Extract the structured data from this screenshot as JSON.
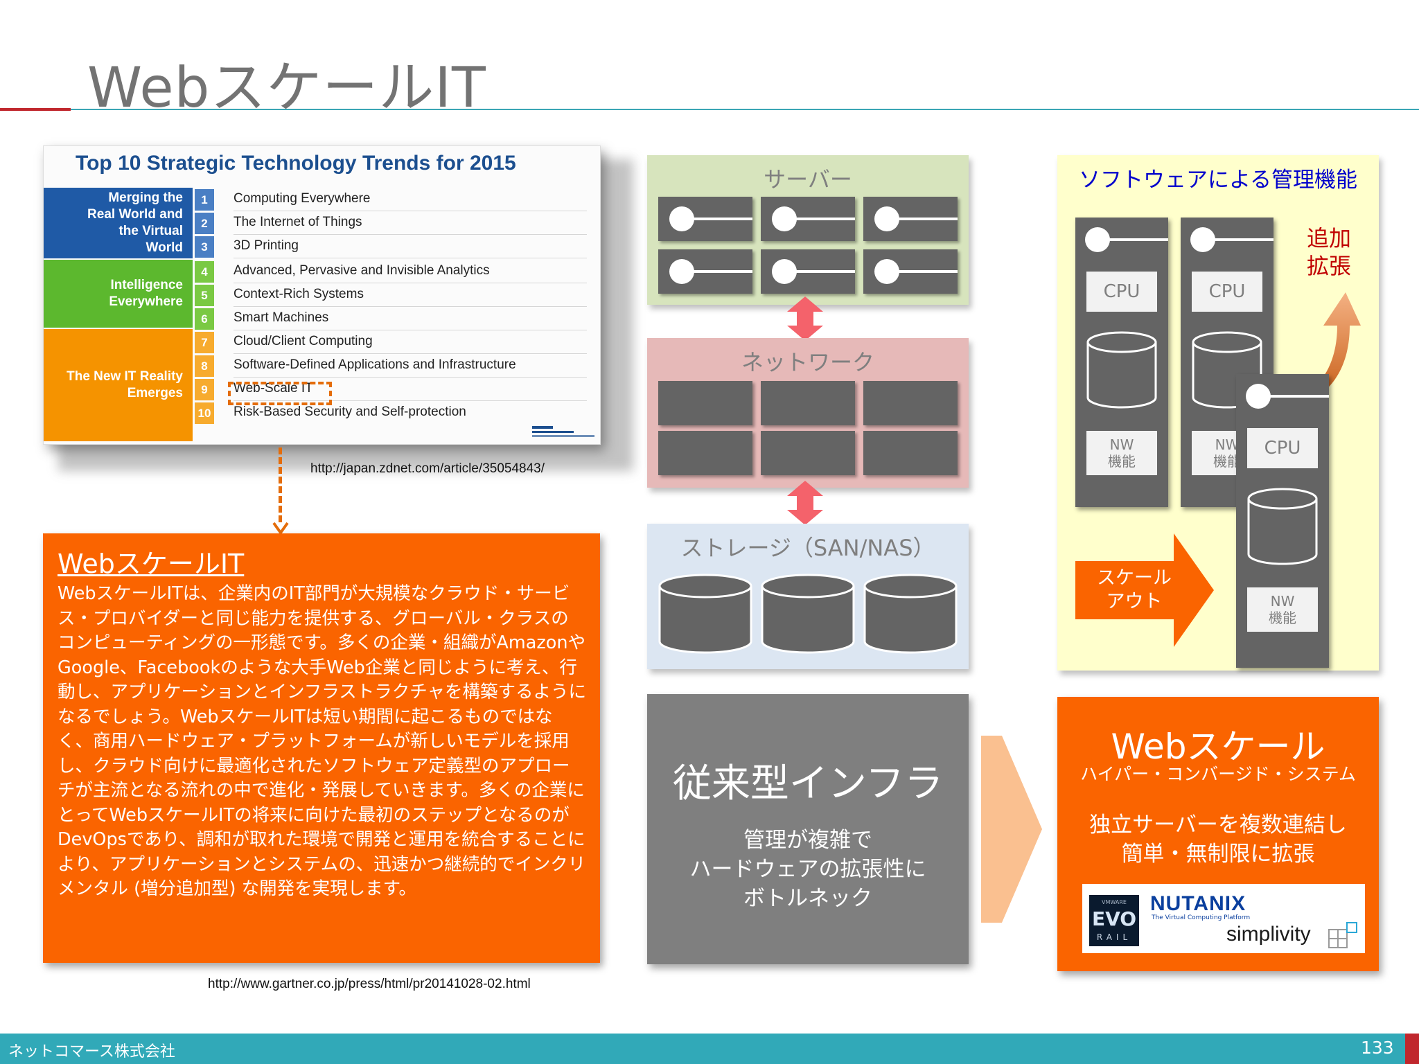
{
  "title": "WebスケールIT",
  "trends_table": {
    "heading": "Top 10 Strategic Technology Trends for 2015",
    "groups": [
      {
        "label": "Merging the Real World and the Virtual World",
        "color": "#1f5aa6"
      },
      {
        "label": "Intelligence Everywhere",
        "color": "#5cb82e"
      },
      {
        "label": "The New IT Reality Emerges",
        "color": "#f59300"
      }
    ],
    "items": [
      {
        "num": "1",
        "label": "Computing Everywhere"
      },
      {
        "num": "2",
        "label": "The Internet of Things"
      },
      {
        "num": "3",
        "label": "3D Printing"
      },
      {
        "num": "4",
        "label": "Advanced, Pervasive and Invisible Analytics"
      },
      {
        "num": "5",
        "label": "Context-Rich Systems"
      },
      {
        "num": "6",
        "label": "Smart Machines"
      },
      {
        "num": "7",
        "label": "Cloud/Client Computing"
      },
      {
        "num": "8",
        "label": "Software-Defined Applications and Infrastructure"
      },
      {
        "num": "9",
        "label": "Web-Scale IT"
      },
      {
        "num": "10",
        "label": "Risk-Based Security and Self-protection"
      }
    ],
    "highlighted_item": "Web-Scale IT",
    "source_url": "http://japan.zdnet.com/article/35054843/"
  },
  "description": {
    "title": "WebスケールIT",
    "text": "WebスケールITは、企業内のIT部門が大規模なクラウド・サービス・プロバイダーと同じ能力を提供する、グローバル・クラスのコンピューティングの一形態です。多くの企業・組織がAmazonやGoogle、Facebookのような大手Web企業と同じように考え、行動し、アプリケーションとインフラストラクチャを構築するようになるでしょう。WebスケールITは短い期間に起こるものではなく、商用ハードウェア・プラットフォームが新しいモデルを採用し、クラウド向けに最適化されたソフトウェア定義型のアプローチが主流となる流れの中で進化・発展していきます。多くの企業にとってWebスケールITの将来に向けた最初のステップとなるのがDevOpsであり、調和が取れた環境で開発と運用を統合することにより、アプリケーションとシステムの、迅速かつ継続的でインクリメンタル (増分追加型) な開発を実現します。",
    "source_url": "http://www.gartner.co.jp/press/html/pr20141028-02.html"
  },
  "traditional": {
    "server_label": "サーバー",
    "network_label": "ネットワーク",
    "storage_label": "ストレージ（SAN/NAS）",
    "title": "従来型インフラ",
    "desc_lines": [
      "管理が複雑で",
      "ハードウェアの拡張性に",
      "ボトルネック"
    ]
  },
  "software_defined": {
    "title": "ソフトウェアによる管理機能",
    "add_label_lines": [
      "追加",
      "拡張"
    ],
    "node_cpu": "CPU",
    "node_nw_lines": [
      "NW",
      "機能"
    ],
    "scale_out_lines": [
      "スケール",
      "アウト"
    ]
  },
  "webscale": {
    "title": "Webスケール",
    "subtitle": "ハイパー・コンバージド・システム",
    "desc_lines": [
      "独立サーバーを複数連結し",
      "簡単・無制限に拡張"
    ],
    "logos": {
      "evo_top": "VMWARE",
      "evo": "EVO",
      "evo_bottom": "RAIL",
      "nutanix": "NUTANIX",
      "nutanix_tagline": "The Virtual Computing Platform",
      "simplivity": "simplivity"
    }
  },
  "footer": {
    "company": "ネットコマース株式会社",
    "page": "133"
  },
  "colors": {
    "orange": "#fa6400",
    "dark_gray": "#646464",
    "teal": "#31a9b8",
    "red": "#c0272d"
  }
}
